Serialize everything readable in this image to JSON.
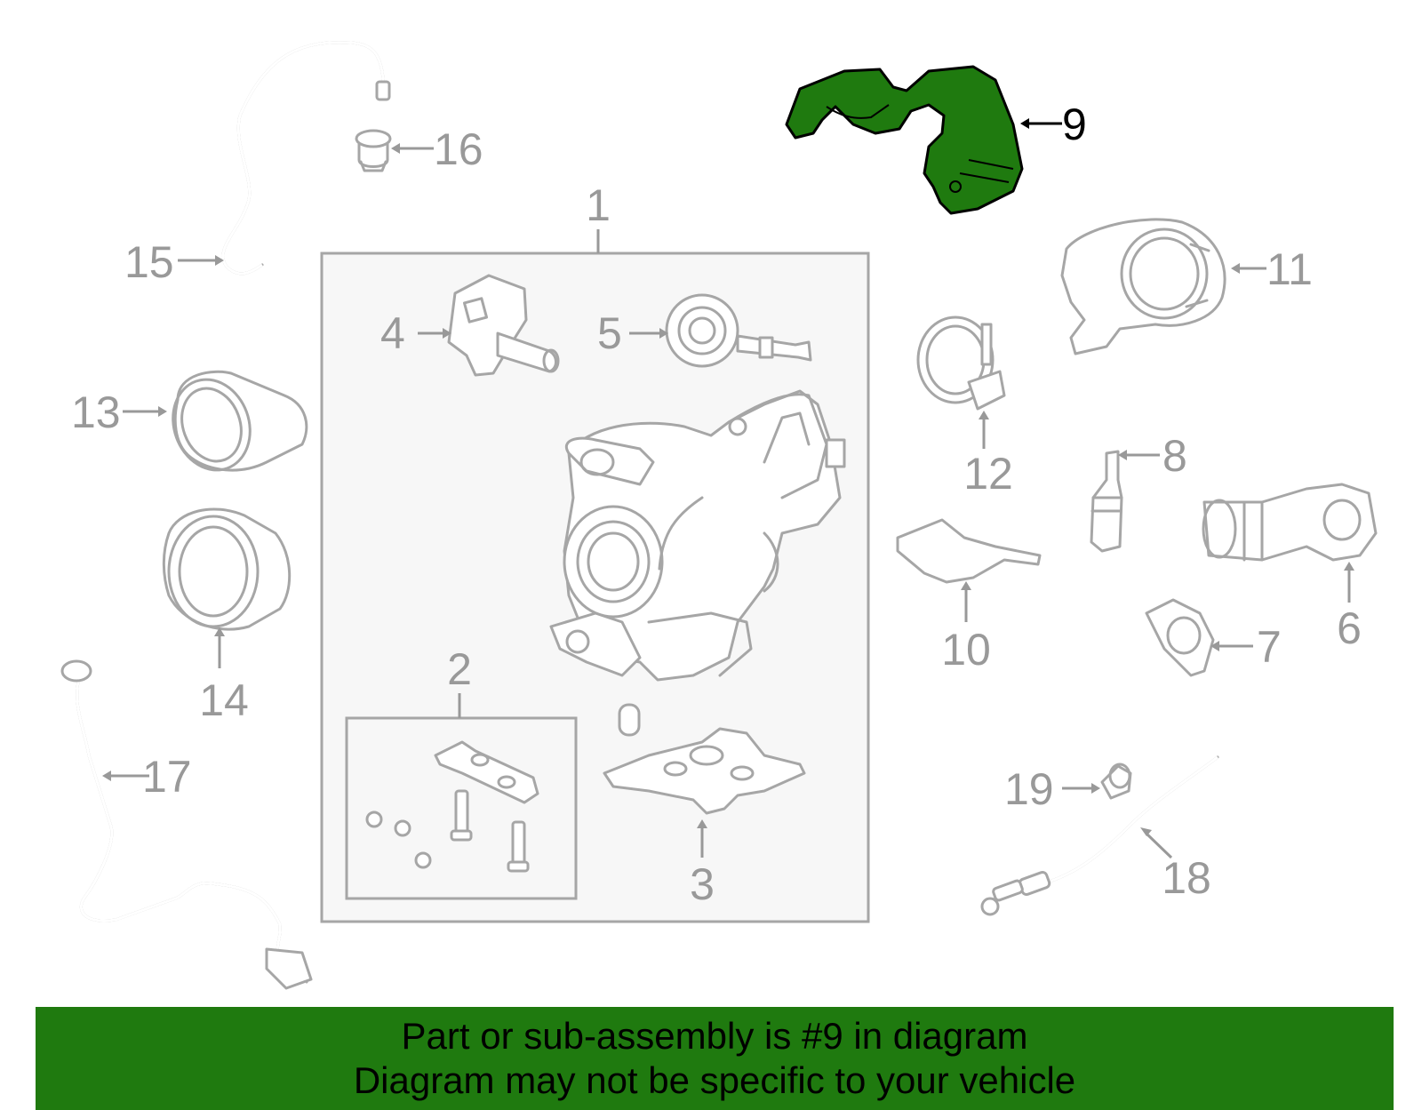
{
  "callouts": {
    "c1": "1",
    "c2": "2",
    "c3": "3",
    "c4": "4",
    "c5": "5",
    "c6": "6",
    "c7": "7",
    "c8": "8",
    "c9": "9",
    "c10": "10",
    "c11": "11",
    "c12": "12",
    "c13": "13",
    "c14": "14",
    "c15": "15",
    "c16": "16",
    "c17": "17",
    "c18": "18",
    "c19": "19"
  },
  "highlighted_part": "9",
  "colors": {
    "highlight_part": "#1f7a0f",
    "banner_background": "#1f7a0f",
    "line_art": "#a6a6a6",
    "callout_text": "#999999",
    "highlight_text": "#000000",
    "assembly_box_fill": "#f7f7f7"
  },
  "banner": {
    "line1": "Part or sub-assembly is #9 in diagram",
    "line2": "Diagram may not be specific to your vehicle"
  }
}
